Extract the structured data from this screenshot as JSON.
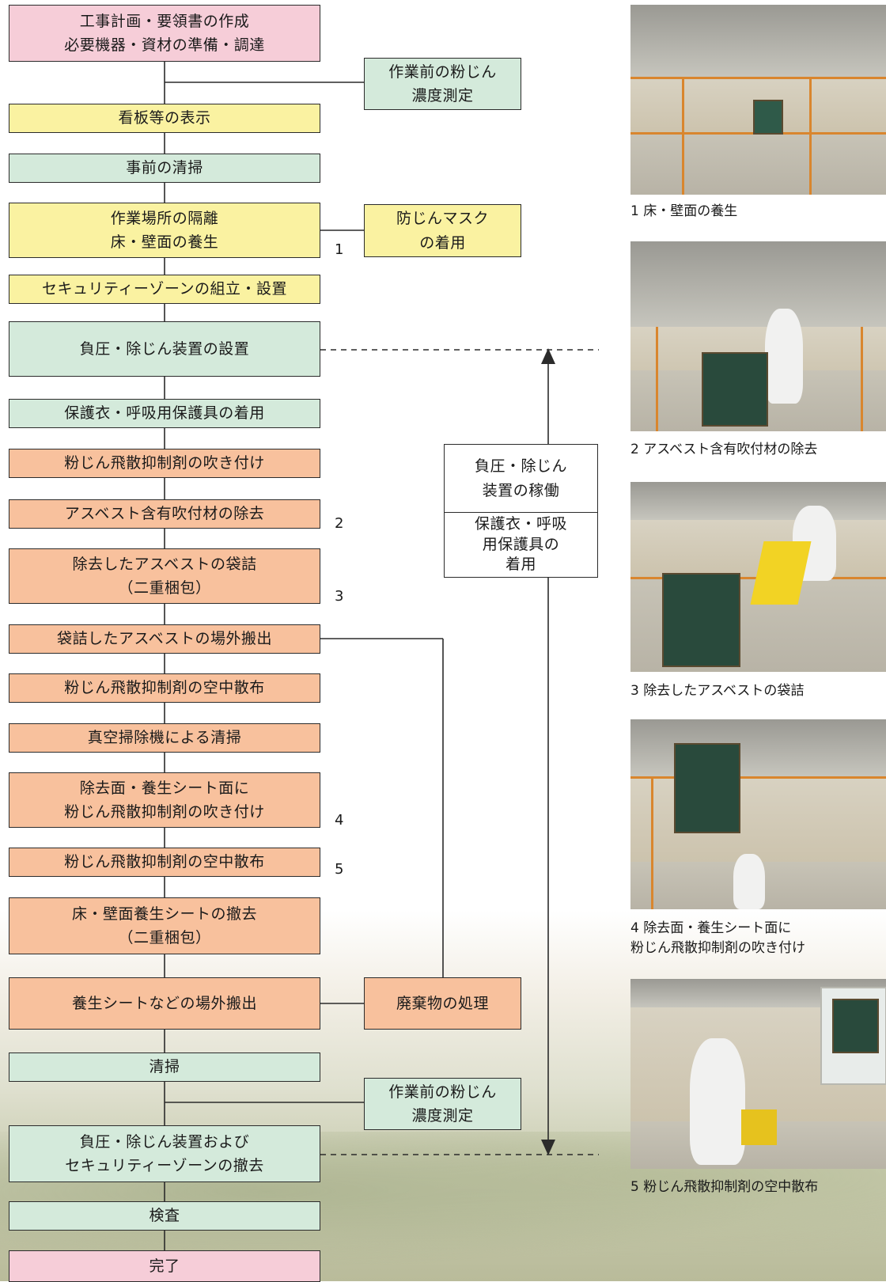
{
  "flow": {
    "plan": "工事計画・要領書の作成\n必要機器・資材の準備・調達",
    "measure_before": "作業前の粉じん\n濃度測定",
    "signs": "看板等の表示",
    "pre_clean": "事前の清掃",
    "isolate": "作業場所の隔離\n床・壁面の養生",
    "mask": "防じんマスク\nの着用",
    "security": "セキュリティーゾーンの組立・設置",
    "negative_install": "負圧・除じん装置の設置",
    "protective_wear": "保護衣・呼吸用保護具の着用",
    "spray": "粉じん飛散抑制剤の吹き付け",
    "remove": "アスベスト含有吹付材の除去",
    "bag": "除去したアスベストの袋詰\n（二重梱包）",
    "carry_out": "袋詰したアスベストの場外搬出",
    "air_spray1": "粉じん飛散抑制剤の空中散布",
    "vacuum": "真空掃除機による清掃",
    "surface_spray": "除去面・養生シート面に\n粉じん飛散抑制剤の吹き付け",
    "air_spray2": "粉じん飛散抑制剤の空中散布",
    "sheet_remove": "床・壁面養生シートの撤去\n（二重梱包）",
    "sheet_out": "養生シートなどの場外搬出",
    "waste": "廃棄物の処理",
    "clean": "清掃",
    "measure_after": "作業前の粉じん\n濃度測定",
    "dismantle": "負圧・除じん装置および\nセキュリティーゾーンの撤去",
    "inspect": "検査",
    "done": "完了",
    "operate_top": "負圧・除じん\n装置の稼働",
    "operate_bottom": "保護衣・呼吸\n用保護具の\n着用"
  },
  "numbers": [
    "1",
    "2",
    "3",
    "4",
    "5"
  ],
  "captions": [
    "1 床・壁面の養生",
    "2 アスベスト含有吹付材の除去",
    "3 除去したアスベストの袋詰",
    "4 除去面・養生シート面に\n   粉じん飛散抑制剤の吹き付け",
    "5 粉じん飛散抑制剤の空中散布"
  ],
  "photos": [
    "floor-wall-protection-photo",
    "asbestos-removal-photo",
    "bagging-photo",
    "surface-spray-photo",
    "air-spray-photo"
  ],
  "colors": {
    "pink": "#f6cdd8",
    "green": "#d4eadb",
    "yellow": "#faf2a1",
    "orange": "#f8c19d",
    "line": "#2b2b2b"
  }
}
